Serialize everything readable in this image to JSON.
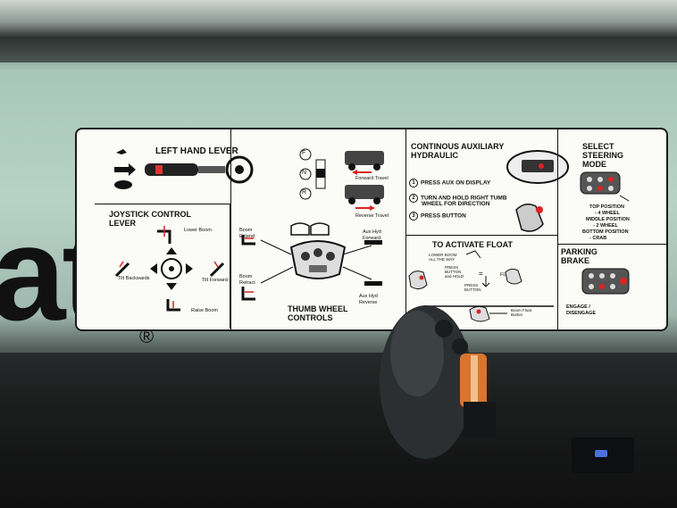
{
  "brand": {
    "text": "at",
    "registered": "®"
  },
  "left_hand_lever": {
    "title": "LEFT HAND LEVER"
  },
  "joystick": {
    "title_line1": "JOYSTICK CONTROL",
    "title_line2": "LEVER",
    "lower_boom": "Lower Boom",
    "tilt_backwards": "Tilt Backwards",
    "tilt_forward": "Tilt Forward",
    "raise_boom": "Raise Boom"
  },
  "travel": {
    "f": "F",
    "n": "N",
    "r": "R",
    "forward": "Forward Travel",
    "reverse": "Reverse Travel"
  },
  "thumb_wheel": {
    "boom_extend_1": "Boom",
    "boom_extend_2": "Extend",
    "boom_retract_1": "Boom",
    "boom_retract_2": "Retract",
    "aux_fwd_1": "Aux Hyd",
    "aux_fwd_2": "Forward",
    "aux_rev_1": "Aux Hyd",
    "aux_rev_2": "Reverse",
    "title_line1": "THUMB WHEEL",
    "title_line2": "CONTROLS"
  },
  "aux_hydraulic": {
    "title_line1": "CONTINOUS AUXILIARY",
    "title_line2": "HYDRAULIC",
    "step1_num": "1",
    "step1": "PRESS AUX ON DISPLAY",
    "step2_num": "2",
    "step2_line1": "TURN AND HOLD RIGHT TUMB",
    "step2_line2": "WHEEL FOR DIRECTION",
    "step3_num": "3",
    "step3": "PRESS BUTTON"
  },
  "float": {
    "title": "TO ACTIVATE FLOAT",
    "lower_boom_1": "LOWER BOOM",
    "lower_boom_2": "ALL THE WAY",
    "press_hold_1": "PRESS",
    "press_hold_2": "BUTTON",
    "press_hold_3": "and HOLD",
    "press_button_1": "PRESS",
    "press_button_2": "BUTTON",
    "float_label": "FLOAT",
    "boom_float_1": "Boom Float",
    "boom_float_2": "Button"
  },
  "steering": {
    "title_line1": "SELECT",
    "title_line2": "STEERING",
    "title_line3": "MODE",
    "top_1": "TOP POSITION",
    "top_2": "- 4 WHEEL",
    "mid_1": "MIDDLE POSITION",
    "mid_2": "- 2 WHEEL",
    "bot_1": "BOTTOM POSITION",
    "bot_2": "- CRAB"
  },
  "parking": {
    "title_line1": "PARKING",
    "title_line2": "BRAKE",
    "engage": "ENGAGE /",
    "disengage": "DISENGAGE"
  }
}
